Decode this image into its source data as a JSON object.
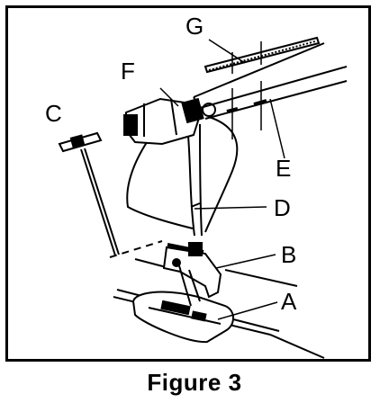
{
  "labels": {
    "a": "A",
    "b": "B",
    "c": "C",
    "d": "D",
    "e": "E",
    "f": "F",
    "g": "G"
  },
  "caption": "Figure 3",
  "colors": {
    "ink": "#000000",
    "paper": "#ffffff"
  }
}
